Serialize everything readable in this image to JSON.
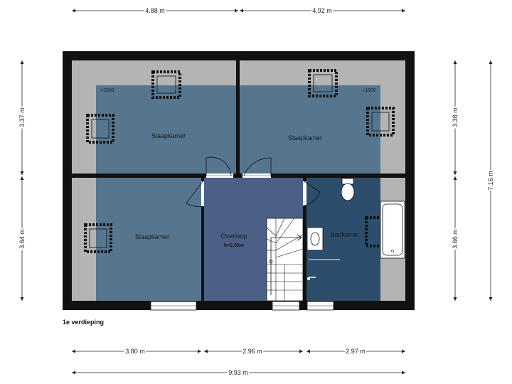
{
  "floor_label": "1e verdieping",
  "dimensions": {
    "top_left": "4.88 m",
    "top_right": "4.92 m",
    "left_upper": "3.37 m",
    "left_lower": "3.64 m",
    "right_upper": "3.38 m",
    "right_lower": "3.66 m",
    "right_total": "7.16 m",
    "bottom_1": "3.80 m",
    "bottom_2": "2.96 m",
    "bottom_3": "2.97 m",
    "bottom_total": "9.93 m"
  },
  "rooms": {
    "bedroom_top_left": "Slaapkamer",
    "bedroom_top_right": "Slaapkamer",
    "bedroom_bottom_left": "Slaapkamer",
    "landing": "Overloop",
    "landing_height": "h=2.65m",
    "bathroom": "Badkamer"
  },
  "annotations": {
    "height_mark_left": "+1500",
    "height_mark_right": "+1500"
  },
  "colors": {
    "wall": "#111111",
    "sloped_area": "#b4b4b4",
    "bedroom_floor": "#567690",
    "landing_floor": "#4c5f86",
    "bathroom_floor": "#2d4d6c"
  }
}
